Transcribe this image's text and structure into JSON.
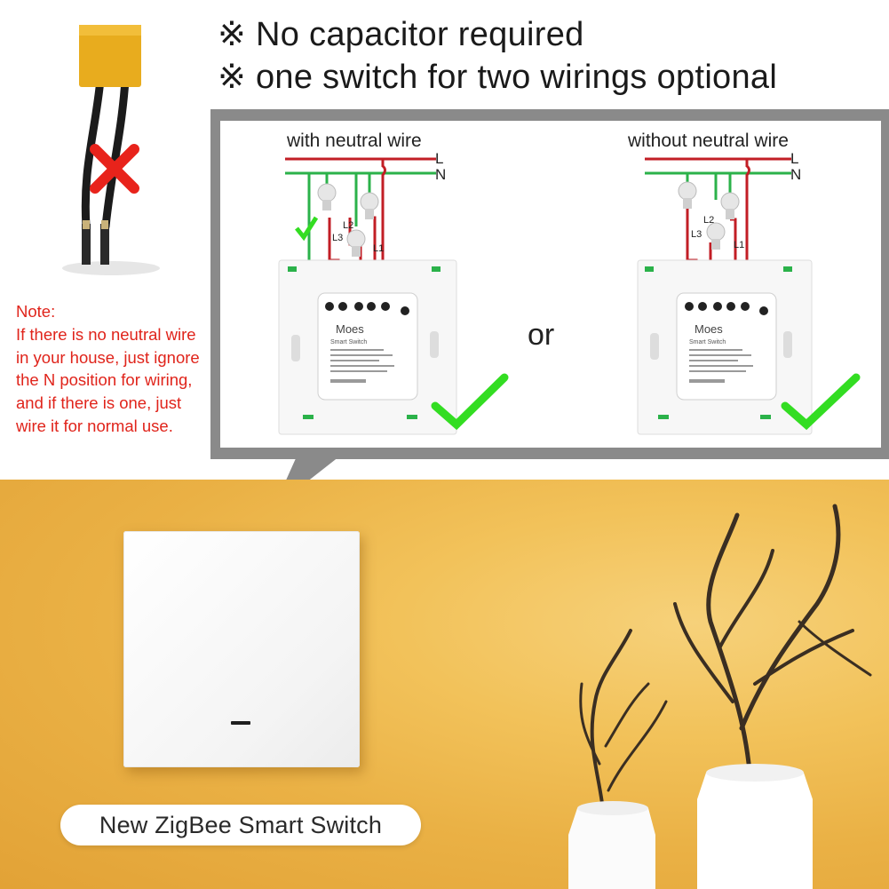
{
  "headline": {
    "line1": "※ No capacitor required",
    "line2": "※ one switch for two wirings optional"
  },
  "note": {
    "title": "Note:",
    "body": "If there is no neutral wire in your house, just ignore the N position for wiring, and if there is one, just wire it for normal use."
  },
  "diagrams": {
    "left_title": "with neutral wire",
    "right_title": "without neutral wire",
    "separator": "or",
    "line_label": "L",
    "neutral_label": "N",
    "load_labels": [
      "L1",
      "L2",
      "L3"
    ],
    "module_brand": "Moes",
    "module_name": "Smart Switch"
  },
  "colors": {
    "live_wire": "#c21e25",
    "neutral_wire": "#2bb24a",
    "check": "#33dd22",
    "cross": "#e8231b",
    "note_text": "#e0241b",
    "frame": "#8a8a8a",
    "wall": "#eab145"
  },
  "icons": {
    "check": "check-icon",
    "cross": "cross-icon",
    "bulb": "bulb-icon"
  },
  "product": {
    "label": "New ZigBee Smart Switch"
  }
}
